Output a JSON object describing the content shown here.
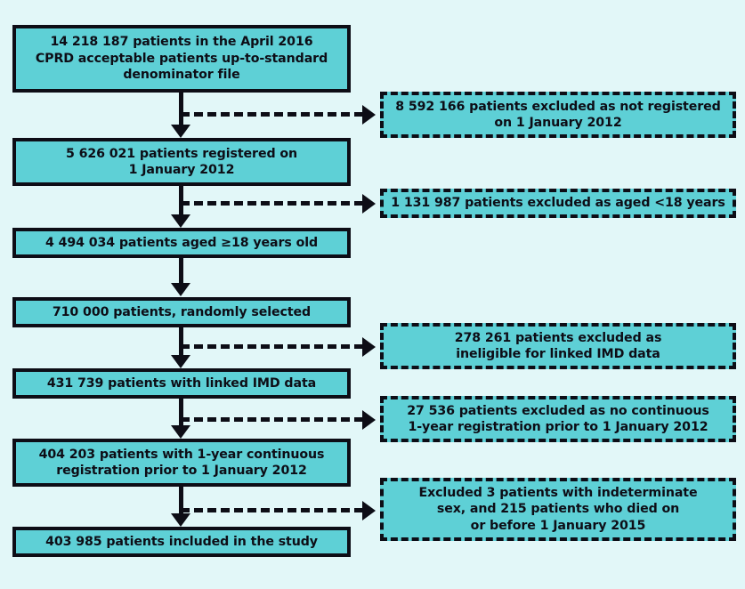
{
  "diagram": {
    "type": "patient-selection-flowchart",
    "background_color": "#e2f7f8",
    "box_fill_color": "#5ed0d6",
    "line_color": "#0d0d16",
    "main_nodes": [
      {
        "id": "n1",
        "label": "14 218 187 patients in the April 2016\nCPRD acceptable patients up-to-standard\ndenominator file",
        "count": "14 218 187"
      },
      {
        "id": "n2",
        "label": "5 626 021 patients registered on\n1 January 2012",
        "count": "5 626 021"
      },
      {
        "id": "n3",
        "label": "4 494 034 patients aged ≥18 years old",
        "count": "4 494 034"
      },
      {
        "id": "n4",
        "label": "710 000 patients, randomly selected",
        "count": "710 000"
      },
      {
        "id": "n5",
        "label": "431 739 patients with linked IMD data",
        "count": "431 739"
      },
      {
        "id": "n6",
        "label": "404 203 patients with 1-year continuous\nregistration prior to 1 January 2012",
        "count": "404 203"
      },
      {
        "id": "n7",
        "label": "403 985 patients included in the study",
        "count": "403 985"
      }
    ],
    "exclusion_nodes": [
      {
        "id": "x1",
        "label": "8 592 166 patients excluded as not registered\non 1 January 2012",
        "count": "8 592 166"
      },
      {
        "id": "x2",
        "label": "1 131 987 patients excluded as aged <18 years",
        "count": "1 131 987"
      },
      {
        "id": "x3",
        "label": "278 261 patients excluded as\nineligible for linked IMD data",
        "count": "278 261"
      },
      {
        "id": "x4",
        "label": "27 536 patients excluded as no continuous\n1-year registration prior to 1 January 2012",
        "count": "27 536"
      },
      {
        "id": "x5",
        "label": "Excluded 3 patients with indeterminate\nsex, and 215 patients who died on\nor before 1 January 2015",
        "count": "3, 215"
      }
    ]
  }
}
